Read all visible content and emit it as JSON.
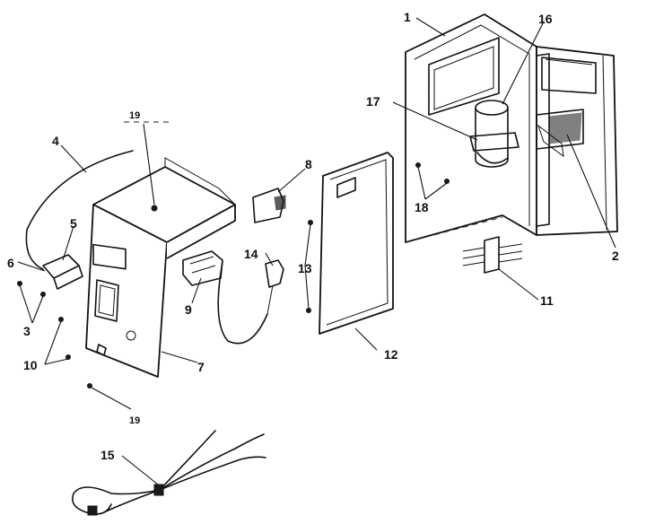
{
  "callouts": [
    {
      "id": "c1",
      "text": "1"
    },
    {
      "id": "c2",
      "text": "2"
    },
    {
      "id": "c3",
      "text": "3"
    },
    {
      "id": "c4",
      "text": "4"
    },
    {
      "id": "c5",
      "text": "5"
    },
    {
      "id": "c6",
      "text": "6"
    },
    {
      "id": "c7",
      "text": "7"
    },
    {
      "id": "c8",
      "text": "8"
    },
    {
      "id": "c9",
      "text": "9"
    },
    {
      "id": "c10",
      "text": "10"
    },
    {
      "id": "c11",
      "text": "11"
    },
    {
      "id": "c12",
      "text": "12"
    },
    {
      "id": "c13",
      "text": "13"
    },
    {
      "id": "c14",
      "text": "14"
    },
    {
      "id": "c15",
      "text": "15"
    },
    {
      "id": "c16",
      "text": "16"
    },
    {
      "id": "c17",
      "text": "17"
    },
    {
      "id": "c18",
      "text": "18"
    },
    {
      "id": "c19a",
      "text": "19"
    },
    {
      "id": "c19b",
      "text": "19"
    }
  ]
}
